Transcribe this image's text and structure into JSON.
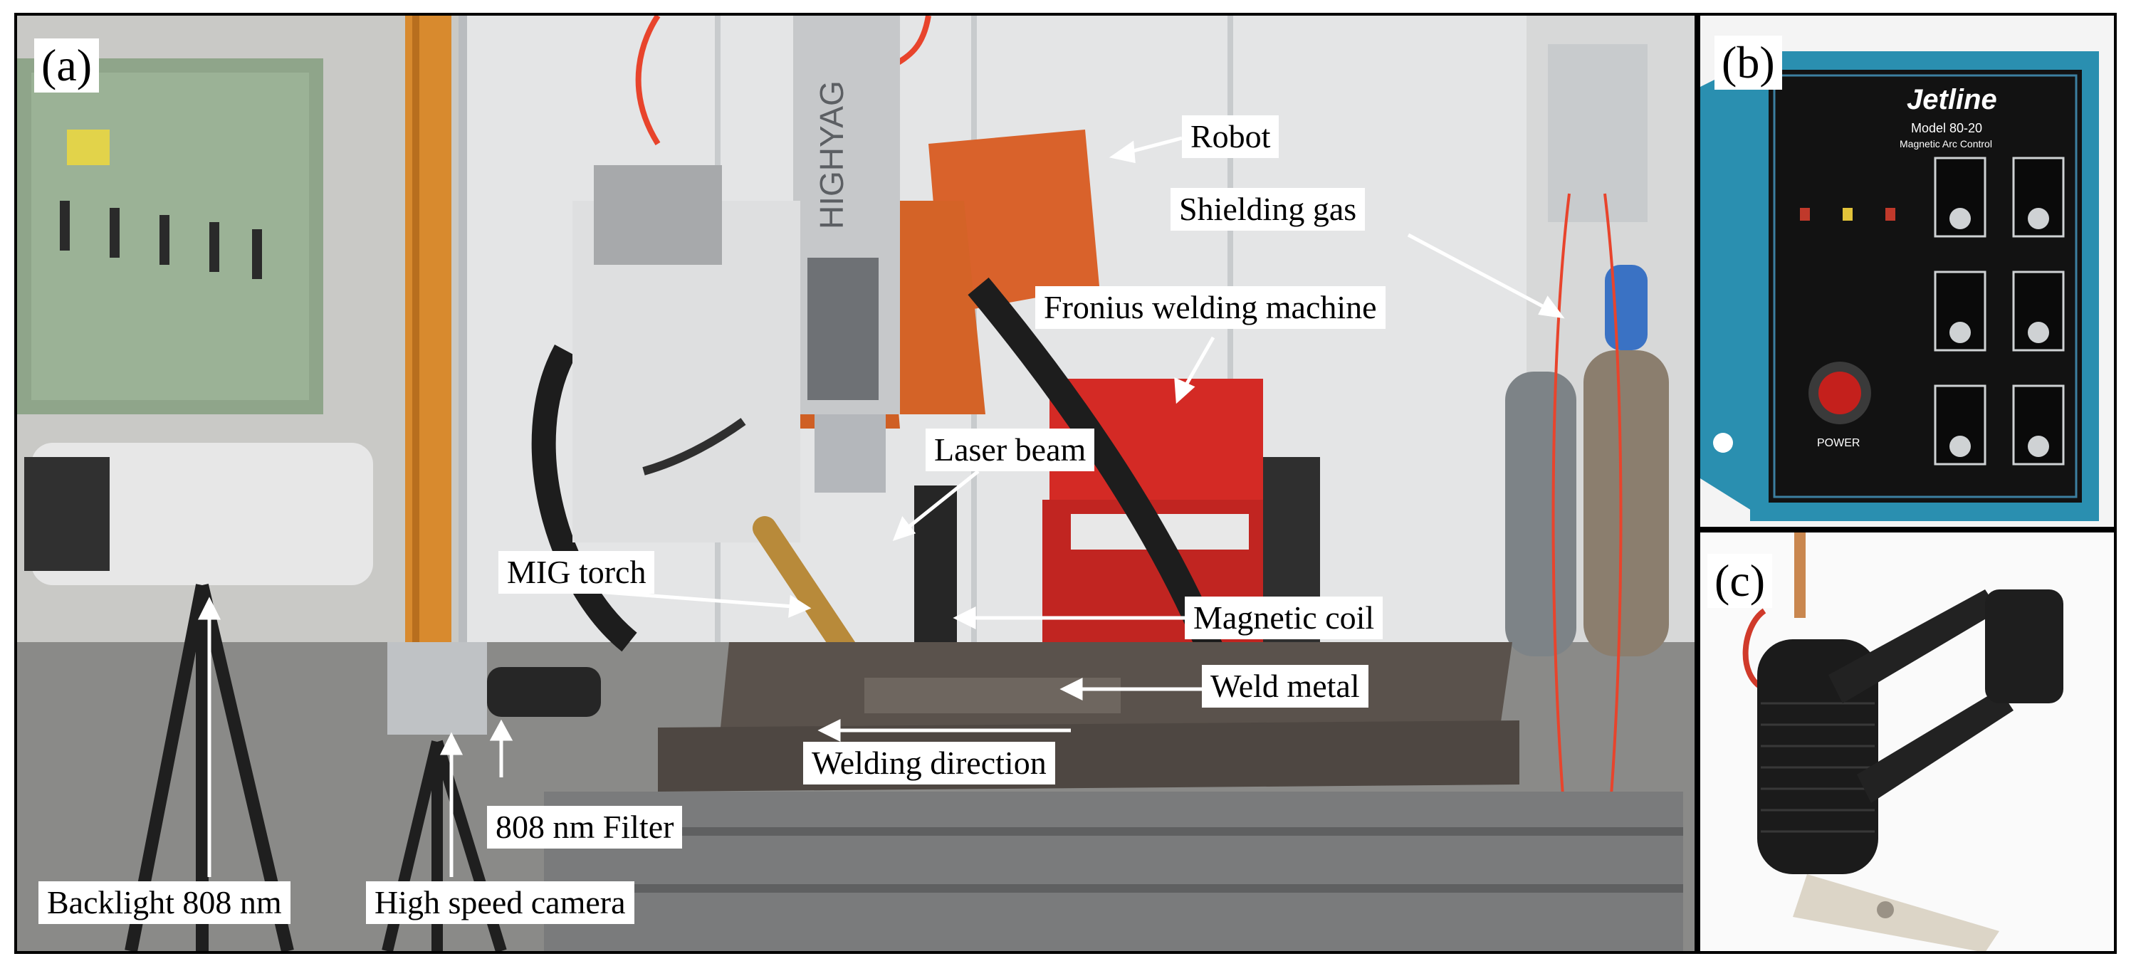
{
  "panels": {
    "a": {
      "label": "(a)",
      "annotations": {
        "robot": "Robot",
        "shielding_gas": "Shielding gas",
        "fronius": "Fronius welding machine",
        "laser_beam": "Laser beam",
        "mig_torch": "MIG torch",
        "magnetic_coil": "Magnetic coil",
        "weld_metal": "Weld metal",
        "welding_direction": "Welding direction",
        "filter": "808 nm Filter",
        "backlight": "Backlight 808 nm",
        "camera": "High speed camera"
      },
      "head_brand": "HIGHYAG"
    },
    "b": {
      "label": "(b)",
      "brand": "Jetline",
      "model": "Model 80-20",
      "product": "Magnetic Arc Control",
      "power_label": "POWER"
    },
    "c": {
      "label": "(c)"
    }
  },
  "colors": {
    "frame": "#000000",
    "robot_orange": "#d9622b",
    "fronius_red": "#d42a25",
    "control_box_blue": "#2a8fb0",
    "gas_tube_red": "#e8442c"
  }
}
